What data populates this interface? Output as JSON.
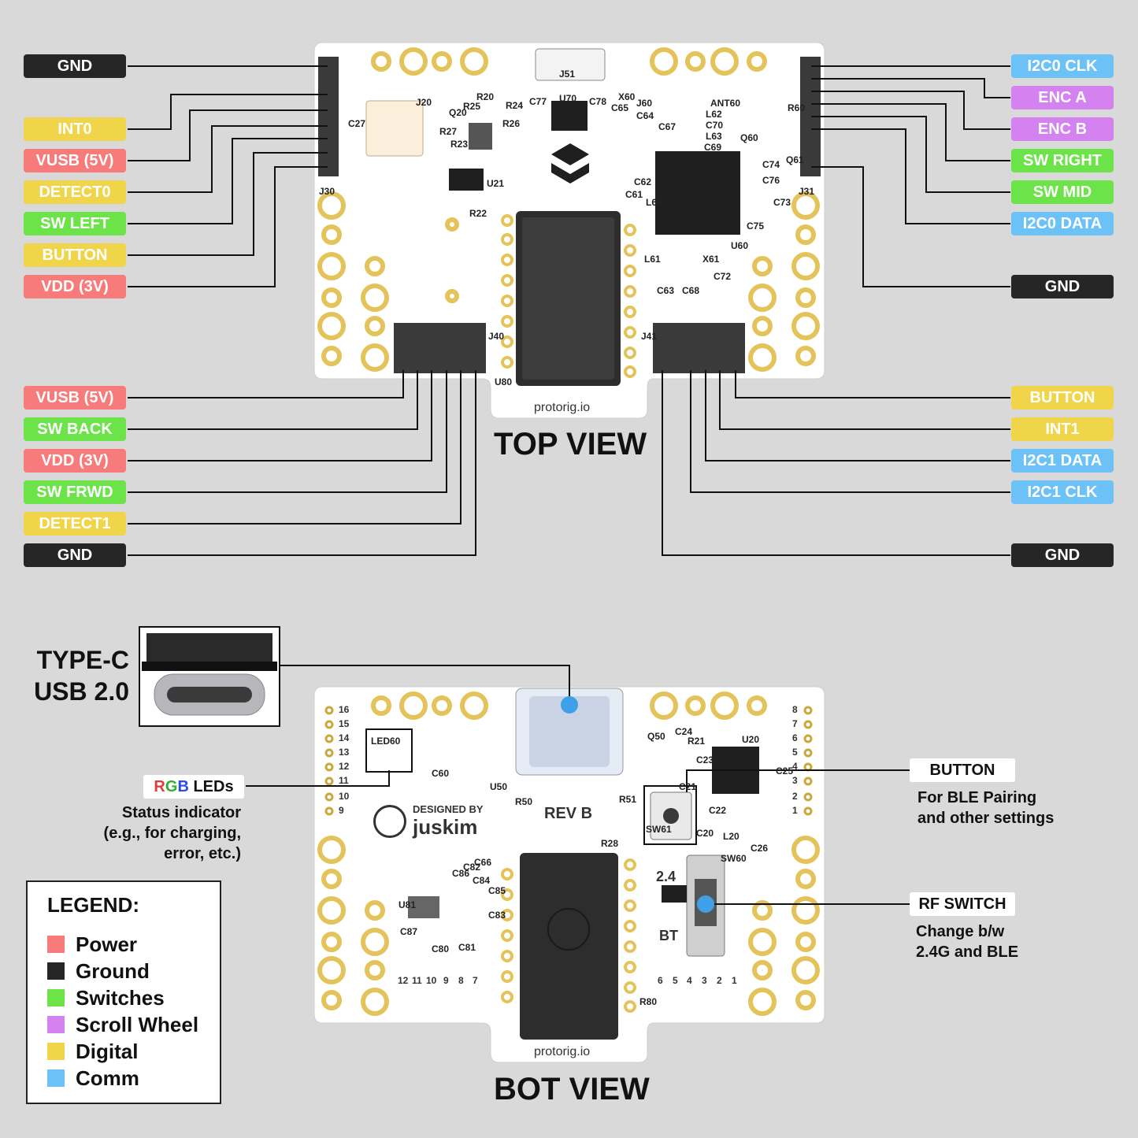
{
  "top_view": {
    "title": "TOP VIEW",
    "watermark": "protorig.io",
    "left_upper_pins": [
      {
        "label": "GND",
        "category": "ground"
      },
      {
        "label": "INT0",
        "category": "digital"
      },
      {
        "label": "VUSB (5V)",
        "category": "power"
      },
      {
        "label": "DETECT0",
        "category": "digital"
      },
      {
        "label": "SW LEFT",
        "category": "switch"
      },
      {
        "label": "BUTTON",
        "category": "digital"
      },
      {
        "label": "VDD (3V)",
        "category": "power"
      }
    ],
    "right_upper_pins": [
      {
        "label": "I2C0 CLK",
        "category": "comm"
      },
      {
        "label": "ENC A",
        "category": "scroll"
      },
      {
        "label": "ENC B",
        "category": "scroll"
      },
      {
        "label": "SW RIGHT",
        "category": "switch"
      },
      {
        "label": "SW MID",
        "category": "switch"
      },
      {
        "label": "I2C0 DATA",
        "category": "comm"
      },
      {
        "label": "GND",
        "category": "ground"
      }
    ],
    "left_lower_pins": [
      {
        "label": "VUSB (5V)",
        "category": "power"
      },
      {
        "label": "SW BACK",
        "category": "switch"
      },
      {
        "label": "VDD (3V)",
        "category": "power"
      },
      {
        "label": "SW FRWD",
        "category": "switch"
      },
      {
        "label": "DETECT1",
        "category": "digital"
      },
      {
        "label": "GND",
        "category": "ground"
      }
    ],
    "right_lower_pins": [
      {
        "label": "BUTTON",
        "category": "digital"
      },
      {
        "label": "INT1",
        "category": "digital"
      },
      {
        "label": "I2C1 DATA",
        "category": "comm"
      },
      {
        "label": "I2C1 CLK",
        "category": "comm"
      },
      {
        "label": "GND",
        "category": "ground"
      }
    ],
    "refdes": [
      "J30",
      "J20",
      "J51",
      "U70",
      "J31",
      "C27",
      "R20",
      "R24",
      "R25",
      "Q20",
      "R26",
      "R27",
      "R23",
      "C77",
      "C78",
      "X60",
      "C65",
      "J60",
      "C64",
      "ANT60",
      "L62",
      "C67",
      "C70",
      "L63",
      "C69",
      "R60",
      "Q60",
      "Q61",
      "C74",
      "C76",
      "C73",
      "C75",
      "C62",
      "C61",
      "L60",
      "L61",
      "U60",
      "X61",
      "C72",
      "C63",
      "C68",
      "U21",
      "R22",
      "J40",
      "J41",
      "U80"
    ]
  },
  "bot_view": {
    "title": "BOT VIEW",
    "watermark": "protorig.io",
    "rev": "REV B",
    "designed_by": "DESIGNED BY",
    "designer": "juskim",
    "label_24": "2.4",
    "label_bt": "BT",
    "left_pad_numbers": [
      "16",
      "15",
      "14",
      "13",
      "12",
      "11",
      "10",
      "9"
    ],
    "right_pad_numbers": [
      "8",
      "7",
      "6",
      "5",
      "4",
      "3",
      "2",
      "1"
    ],
    "bottom_left_numbers": [
      "12",
      "11",
      "10",
      "9",
      "8",
      "7"
    ],
    "bottom_right_numbers": [
      "6",
      "5",
      "4",
      "3",
      "2",
      "1"
    ],
    "refdes": [
      "LED60",
      "C60",
      "U50",
      "R50",
      "R51",
      "R28",
      "Q50",
      "C24",
      "R21",
      "C23",
      "U20",
      "C25",
      "C21",
      "C22",
      "SW61",
      "C20",
      "L20",
      "C26",
      "SW60",
      "C86",
      "C82",
      "C66",
      "C84",
      "C85",
      "C83",
      "U81",
      "C87",
      "C80",
      "C81",
      "R80"
    ]
  },
  "typec": {
    "line1": "TYPE-C",
    "line2": "USB 2.0"
  },
  "callouts": {
    "rgb_r": "R",
    "rgb_g": "G",
    "rgb_b": "B",
    "rgb_rest": " LEDs",
    "rgb_desc": [
      "Status indicator",
      "(e.g., for charging,",
      "error, etc.)"
    ],
    "button_title": "BUTTON",
    "button_desc": [
      "For BLE Pairing",
      "and other settings"
    ],
    "rf_title": "RF SWITCH",
    "rf_desc": [
      "Change b/w",
      "2.4G and BLE"
    ]
  },
  "legend": {
    "title": "LEGEND:",
    "items": [
      {
        "label": "Power",
        "color": "#f77b7b"
      },
      {
        "label": "Ground",
        "color": "#262626"
      },
      {
        "label": "Switches",
        "color": "#6de34a"
      },
      {
        "label": "Scroll Wheel",
        "color": "#d382ef"
      },
      {
        "label": "Digital",
        "color": "#f0d54a"
      },
      {
        "label": "Comm",
        "color": "#6cc2f6"
      }
    ]
  },
  "colors": {
    "power": "#f77b7b",
    "ground": "#262626",
    "switch": "#6de34a",
    "scroll": "#d382ef",
    "digital": "#f0d54a",
    "comm": "#6cc2f6",
    "pad_gold": "#e3c35a",
    "board": "#ffffff",
    "background": "#d9d9d9"
  }
}
